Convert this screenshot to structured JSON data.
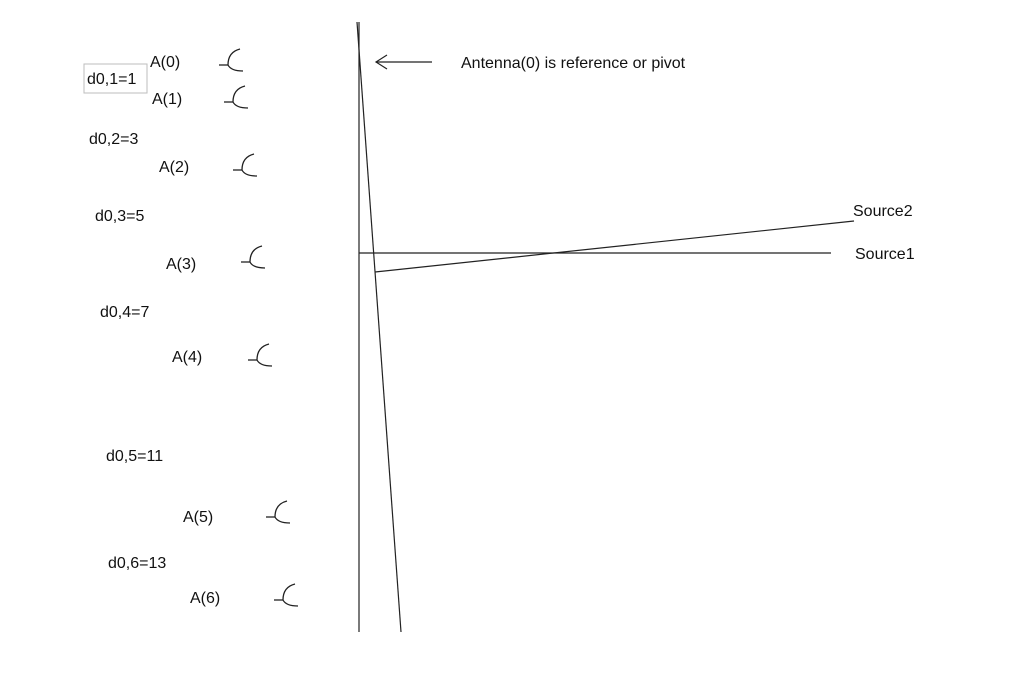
{
  "antennas": [
    {
      "label": "A(0)"
    },
    {
      "label": "A(1)"
    },
    {
      "label": "A(2)"
    },
    {
      "label": "A(3)"
    },
    {
      "label": "A(4)"
    },
    {
      "label": "A(5)"
    },
    {
      "label": "A(6)"
    }
  ],
  "distances": [
    {
      "label": "d0,1=1"
    },
    {
      "label": "d0,2=3"
    },
    {
      "label": "d0,3=5"
    },
    {
      "label": "d0,4=7"
    },
    {
      "label": "d0,5=11"
    },
    {
      "label": "d0,6=13"
    }
  ],
  "annotation": {
    "pivot_text": "Antenna(0) is reference or pivot"
  },
  "sources": {
    "source1_label": "Source1",
    "source2_label": "Source2"
  }
}
